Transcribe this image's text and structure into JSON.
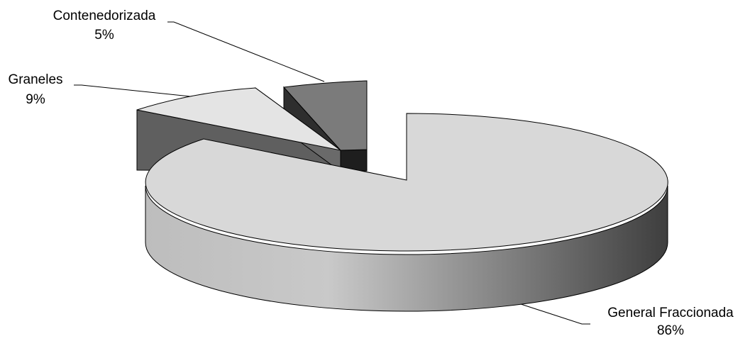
{
  "chart_data": {
    "type": "pie",
    "title": "",
    "slices": [
      {
        "label": "General Fraccionada",
        "value": 86,
        "value_label": "86%",
        "exploded": false
      },
      {
        "label": "Graneles",
        "value": 9,
        "value_label": "9%",
        "exploded": true
      },
      {
        "label": "Contenedorizada",
        "value": 5,
        "value_label": "5%",
        "exploded": true
      }
    ],
    "units": "%",
    "style": "3d",
    "legend": "none",
    "data_labels": "outside-with-leader-lines",
    "colors": {
      "general_top": "#d8d8d8",
      "general_side_light": "#c4c4c4",
      "general_side_dark": "#4a4a4a",
      "graneles_top": "#e4e4e4",
      "graneles_side": "#5f5f5f",
      "contenedorizada_top": "#7b7b7b",
      "contenedorizada_side": "#2e2e2e",
      "outline": "#000000"
    }
  }
}
